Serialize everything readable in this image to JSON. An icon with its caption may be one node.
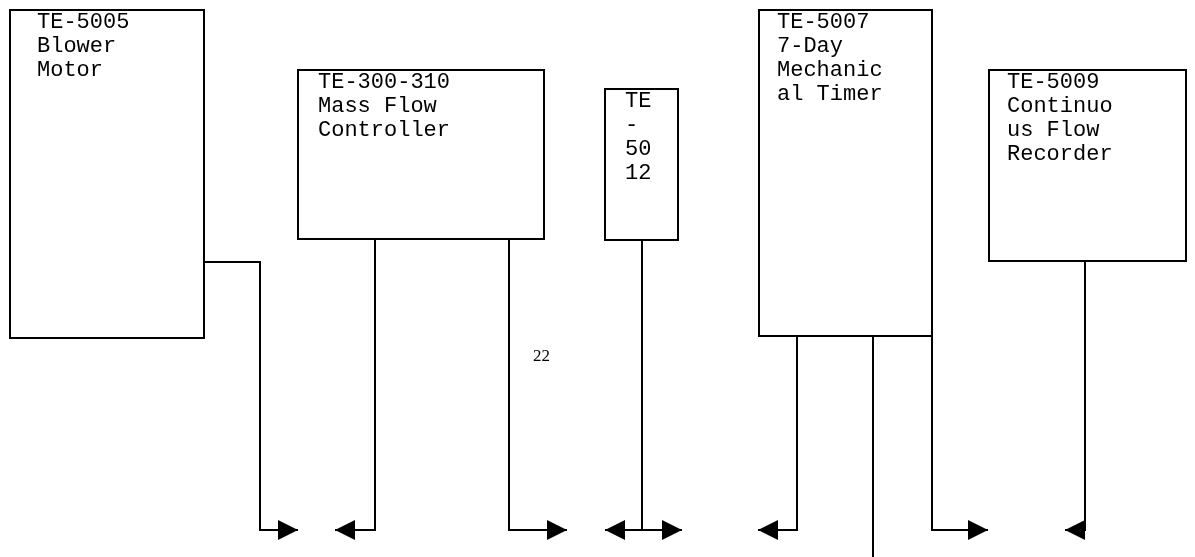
{
  "diagram": {
    "nodes": [
      {
        "text": [
          "TE-5005 Blower Motor"
        ]
      },
      {
        "text": [
          "TE-300-310 Mass Flow Controller"
        ]
      },
      {
        "text": [
          "TE - 50 12"
        ]
      },
      {
        "text": [
          "TE-5007 7-Day Mechanic al Timer"
        ]
      },
      {
        "text": [
          "TE-5009 Continuo us Flow Recorder"
        ]
      }
    ],
    "edges": [
      {
        "from": 0,
        "to": null,
        "arrow": "to"
      },
      {
        "from": 1,
        "to": null,
        "arrow": "to"
      },
      {
        "from": 1,
        "to": null,
        "arrow": "to"
      },
      {
        "from": 2,
        "to": null,
        "arrow": "to"
      },
      {
        "from": 2,
        "to": null,
        "arrow": "to"
      },
      {
        "from": 3,
        "to": null,
        "arrow": "to"
      },
      {
        "from": 3,
        "to": null,
        "arrow": "none"
      },
      {
        "from": 3,
        "to": null,
        "arrow": "to"
      },
      {
        "from": 4,
        "to": null,
        "arrow": "to"
      }
    ],
    "labels": [
      "22"
    ]
  }
}
